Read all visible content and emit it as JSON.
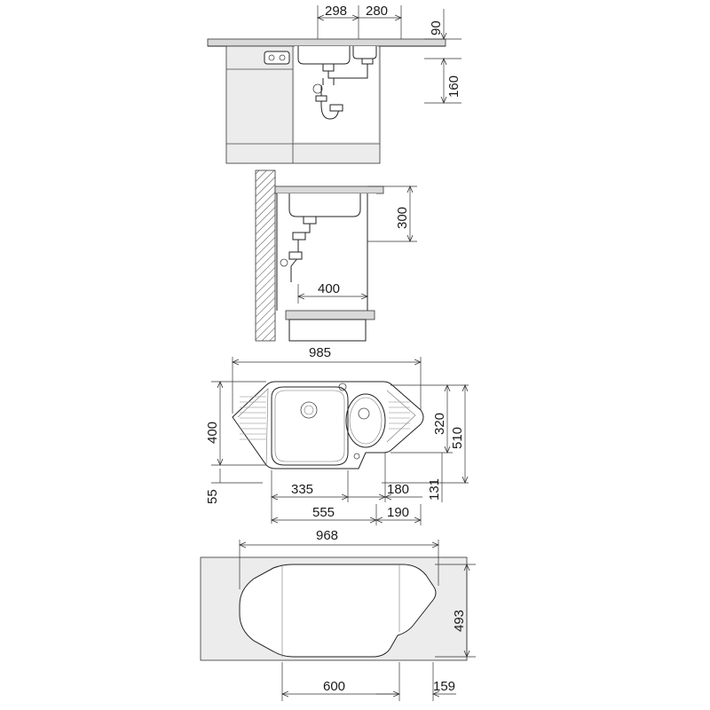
{
  "front_view": {
    "dims": [
      "298",
      "280",
      "90",
      "160"
    ]
  },
  "side_view": {
    "dims": [
      "300",
      "400"
    ]
  },
  "top_view": {
    "dims": [
      "985",
      "400",
      "320",
      "510",
      "55",
      "335",
      "180",
      "131",
      "555",
      "190"
    ]
  },
  "cutout_view": {
    "dims": [
      "968",
      "493",
      "600",
      "159"
    ]
  }
}
